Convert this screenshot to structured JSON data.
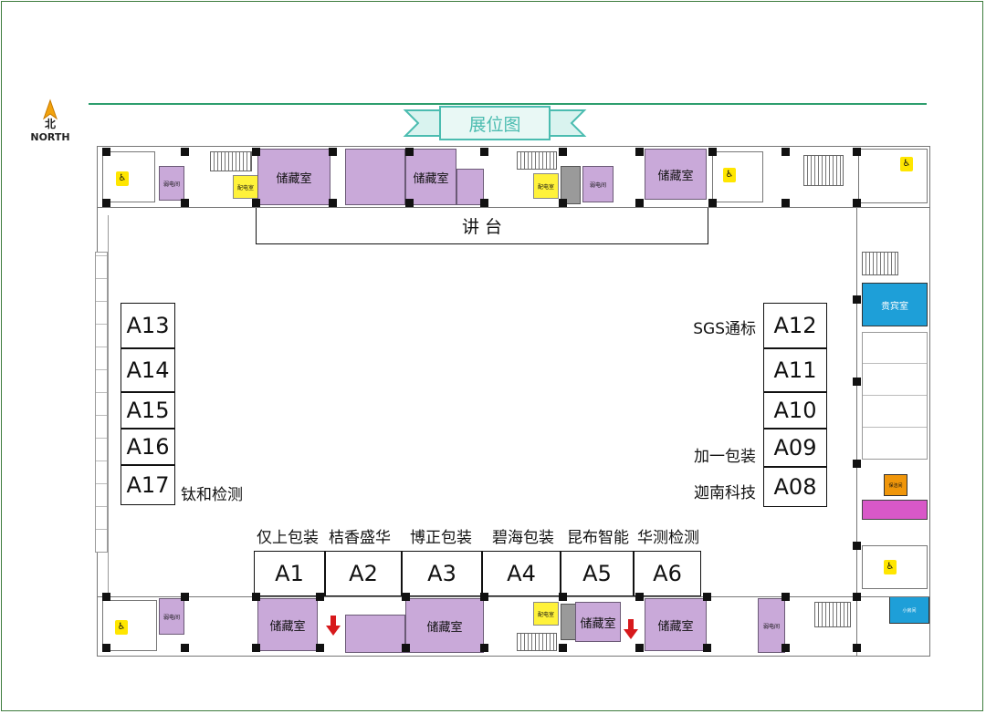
{
  "compass": {
    "direction_char": "北",
    "label": "NORTH",
    "icon": "north-arrow-icon"
  },
  "banner": {
    "title": "展位图"
  },
  "stage": {
    "label": "讲 台"
  },
  "rooms": {
    "storage": "储藏室",
    "power": "配电室",
    "vip": "贵宾室",
    "weak_current": "弱电间",
    "cleaning": "保洁间",
    "small_room": "小房间"
  },
  "booths": {
    "left": [
      {
        "id": "A13",
        "exhibitor": ""
      },
      {
        "id": "A14",
        "exhibitor": ""
      },
      {
        "id": "A15",
        "exhibitor": ""
      },
      {
        "id": "A16",
        "exhibitor": ""
      },
      {
        "id": "A17",
        "exhibitor": "钛和检测"
      }
    ],
    "right": [
      {
        "id": "A12",
        "exhibitor": "SGS通标"
      },
      {
        "id": "A11",
        "exhibitor": ""
      },
      {
        "id": "A10",
        "exhibitor": ""
      },
      {
        "id": "A09",
        "exhibitor": "加一包装"
      },
      {
        "id": "A08",
        "exhibitor": "迦南科技"
      }
    ],
    "bottom": [
      {
        "id": "A1",
        "exhibitor": "仅上包装"
      },
      {
        "id": "A2",
        "exhibitor": "桔香盛华"
      },
      {
        "id": "A3",
        "exhibitor": "博正包装"
      },
      {
        "id": "A4",
        "exhibitor": "碧海包装"
      },
      {
        "id": "A5",
        "exhibitor": "昆布智能"
      },
      {
        "id": "A6",
        "exhibitor": "华测检测"
      }
    ]
  },
  "colors": {
    "room_purple": "#c9a9d9",
    "power_yellow": "#fff23a",
    "vip_blue": "#1e9fd8",
    "banner_teal": "#4bbcb0",
    "exit_arrow_red": "#d7191c",
    "top_line_green": "#2e9e6e"
  }
}
